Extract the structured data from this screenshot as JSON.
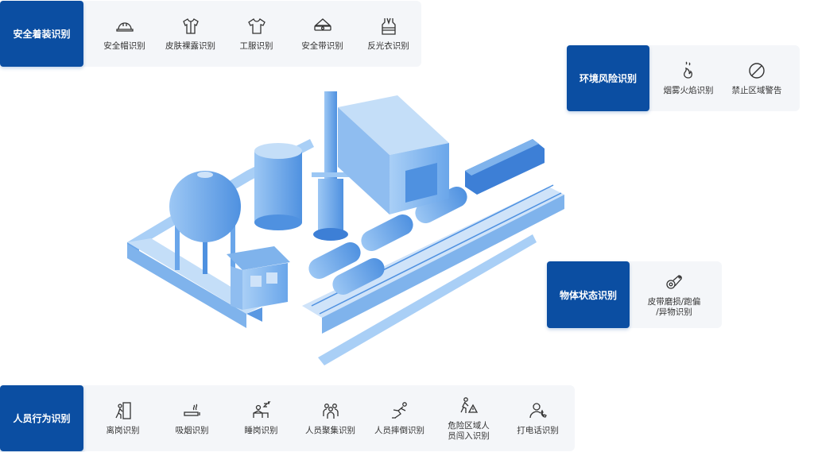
{
  "attire": {
    "title": "安全着装识别",
    "items": [
      {
        "label": "安全帽识别",
        "icon": "helmet-icon"
      },
      {
        "label": "皮肤裸露识别",
        "icon": "skin-exposure-icon"
      },
      {
        "label": "工服识别",
        "icon": "work-clothes-icon"
      },
      {
        "label": "安全带识别",
        "icon": "safety-belt-icon"
      },
      {
        "label": "反光衣识别",
        "icon": "reflective-vest-icon"
      }
    ]
  },
  "environment": {
    "title": "环境风险识别",
    "items": [
      {
        "label": "烟雾火焰识别",
        "icon": "smoke-flame-icon"
      },
      {
        "label": "禁止区域警告",
        "icon": "no-entry-icon"
      }
    ]
  },
  "object": {
    "title": "物体状态识别",
    "items": [
      {
        "label": "皮带磨损/跑偏\n/异物识别",
        "icon": "belt-roller-icon"
      }
    ]
  },
  "behavior": {
    "title": "人员行为识别",
    "items": [
      {
        "label": "离岗识别",
        "icon": "leave-post-icon"
      },
      {
        "label": "吸烟识别",
        "icon": "smoking-icon"
      },
      {
        "label": "睡岗识别",
        "icon": "sleeping-icon"
      },
      {
        "label": "人员聚集识别",
        "icon": "crowd-icon"
      },
      {
        "label": "人员摔倒识别",
        "icon": "fall-icon"
      },
      {
        "label": "危险区域人\n员闯入识别",
        "icon": "intrusion-icon"
      },
      {
        "label": "打电话识别",
        "icon": "phone-call-icon"
      }
    ]
  },
  "colors": {
    "brand": "#0b4ea2",
    "panel": "#f4f6f9",
    "scene": "#7fb3ec"
  }
}
